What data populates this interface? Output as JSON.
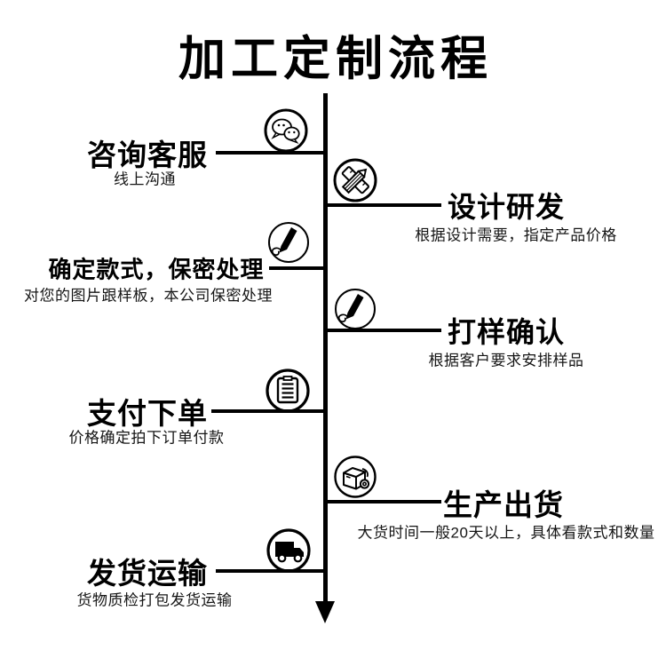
{
  "page": {
    "title": "加工定制流程",
    "background_color": "#ffffff",
    "line_color": "#000000",
    "text_color": "#000000"
  },
  "steps": [
    {
      "side": "left",
      "icon": "wechat-chat-icon",
      "title": "咨询客服",
      "subtitle": "线上沟通"
    },
    {
      "side": "right",
      "icon": "ruler-pencil-icon",
      "title": "设计研发",
      "subtitle": "根据设计需要，指定产品价格"
    },
    {
      "side": "left",
      "icon": "signature-pen-icon",
      "title": "确定款式，保密处理",
      "subtitle": "对您的图片跟样板，本公司保密处理"
    },
    {
      "side": "right",
      "icon": "signature-pen-icon",
      "title": "打样确认",
      "subtitle": "根据客户要求安排样品"
    },
    {
      "side": "left",
      "icon": "order-document-icon",
      "title": "支付下单",
      "subtitle": "价格确定拍下订单付款"
    },
    {
      "side": "right",
      "icon": "package-box-icon",
      "title": "生产出货",
      "subtitle": "大货时间一般20天以上，具体看款式和数量"
    },
    {
      "side": "left",
      "icon": "delivery-truck-icon",
      "title": "发货运输",
      "subtitle": "货物质检打包发货运输"
    }
  ]
}
